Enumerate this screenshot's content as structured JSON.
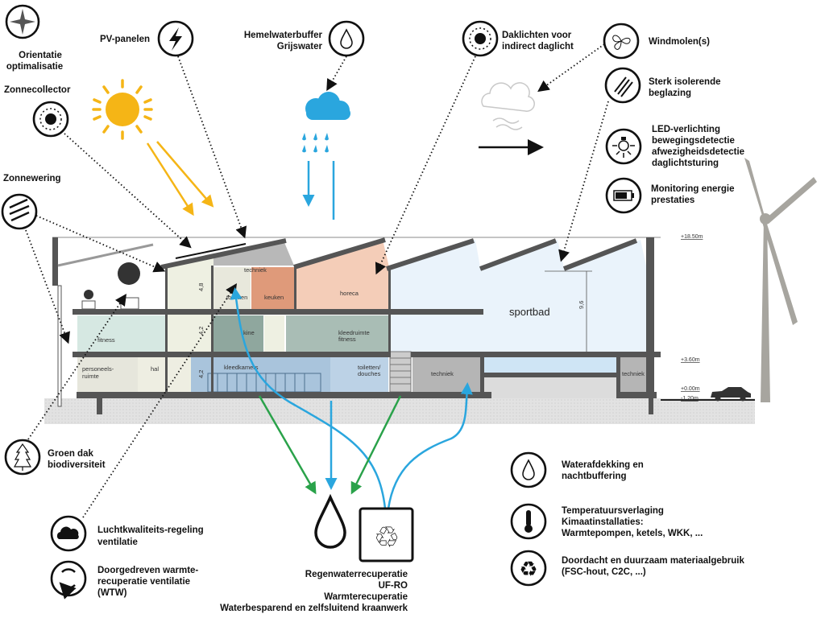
{
  "features": {
    "orientation": {
      "lines": [
        "Orientatie",
        "optimalisatie"
      ],
      "icon": "compass-icon"
    },
    "pv": {
      "lines": [
        "PV-panelen"
      ],
      "icon": "lightning-icon"
    },
    "rainbuffer": {
      "lines": [
        "Hemelwaterbuffer",
        "Grijswater"
      ],
      "icon": "water-drop-icon"
    },
    "solarcollector": {
      "lines": [
        "Zonnecollector"
      ],
      "icon": "sun-icon"
    },
    "sunshade": {
      "lines": [
        "Zonnewering"
      ],
      "icon": "louvres-icon"
    },
    "skylights": {
      "lines": [
        "Daklichten voor",
        "indirect daglicht"
      ],
      "icon": "sun-icon"
    },
    "windmills": {
      "lines": [
        "Windmolen(s)"
      ],
      "icon": "fan-icon"
    },
    "glazing": {
      "lines": [
        "Sterk isolerende",
        "beglazing"
      ],
      "icon": "glazing-icon"
    },
    "led": {
      "lines": [
        "LED-verlichting",
        "bewegingsdetectie",
        "afwezigheidsdetectie",
        "daglichtsturing"
      ],
      "icon": "light-bulb-icon"
    },
    "monitoring": {
      "lines": [
        "Monitoring energie",
        "prestaties"
      ],
      "icon": "battery-icon"
    },
    "greenroof": {
      "lines": [
        "Groen dak",
        "biodiversiteit"
      ],
      "icon": "tree-icon"
    },
    "airquality": {
      "lines": [
        "Luchtkwaliteits-regeling",
        "ventilatie"
      ],
      "icon": "cloud-icon"
    },
    "heatrecovery": {
      "lines": [
        "Doorgedreven warmte-",
        "recuperatie ventilatie",
        "(WTW)"
      ],
      "icon": "cycle-arrows-icon"
    },
    "water": {
      "lines": [
        "Regenwaterrecuperatie",
        "UF-RO",
        "Warmterecuperatie",
        "Waterbesparend en zelfsluitend kraanwerk"
      ],
      "icon": "recycle-icon"
    },
    "waterproof": {
      "lines": [
        "Waterafdekking en",
        "nachtbuffering"
      ],
      "icon": "water-drop-icon"
    },
    "temperature": {
      "lines": [
        "Temperatuursverlaging",
        "Kimaatinstallaties:",
        "Warmtepompen, ketels, WKK, ..."
      ],
      "icon": "thermometer-icon"
    },
    "materials": {
      "lines": [
        "Doordacht en duurzaam materiaalgebruik",
        "(FSC-hout, C2C, ...)"
      ],
      "icon": "recycle-icon"
    }
  },
  "rooms": {
    "fitness": "fitness",
    "personeel": [
      "personeels-",
      "ruimte"
    ],
    "hal": "hal",
    "techniek_top": "techniek",
    "toiletten": "toiletten",
    "keuken": "keuken",
    "horeca": "horeca",
    "kine": "kine",
    "kleedruimte": [
      "kleedruimte",
      "fitness"
    ],
    "kleedkamers": "kleedkamers",
    "toiletten_douches": [
      "toiletten/",
      "douches"
    ],
    "techniek_basement": "techniek",
    "sportbad": "sportbad",
    "techniek_right": "techniek"
  },
  "dimensions": [
    "4,8",
    "4,2",
    "4,2",
    "9,6"
  ],
  "levels": [
    "+18.50m",
    "+3.60m",
    "+0.00m",
    "-1.20m"
  ],
  "colors": {
    "sun": "#f5b516",
    "water": "#2aa6de",
    "green_flow": "#2aa24a",
    "horeca": "#f4cdb8",
    "keuken": "#df9a7a",
    "pool": "#cfe5f5"
  }
}
